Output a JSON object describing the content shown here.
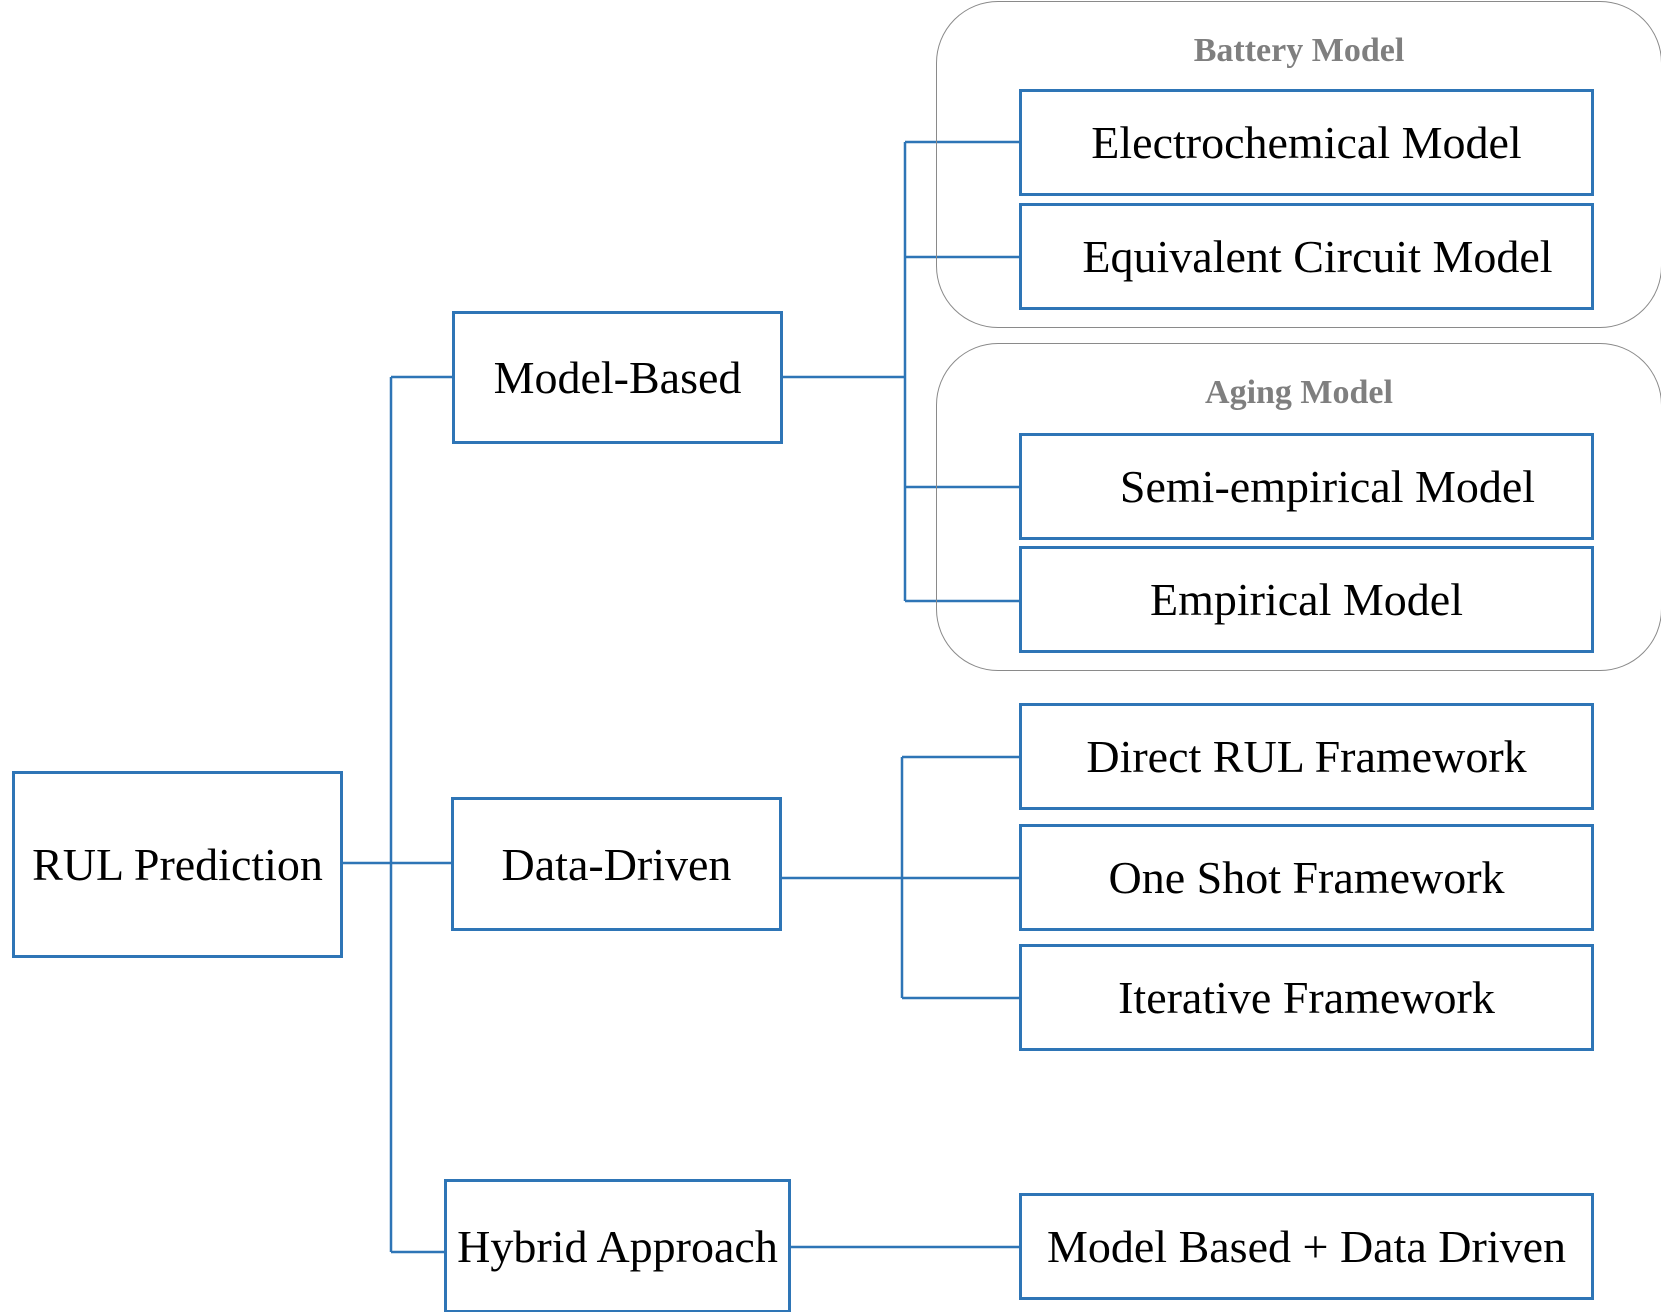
{
  "diagram": {
    "root": {
      "label": "RUL Prediction"
    },
    "branches": [
      {
        "label": "Model-Based"
      },
      {
        "label": "Data-Driven"
      },
      {
        "label": "Hybrid Approach"
      }
    ],
    "groups": [
      {
        "title": "Battery Model"
      },
      {
        "title": "Aging Model"
      }
    ],
    "leaves": {
      "electrochemical": "Electrochemical Model",
      "equivalent_circuit": "Equivalent Circuit Model",
      "semi_empirical": "Semi-empirical Model",
      "empirical": "Empirical Model",
      "direct_rul": "Direct RUL Framework",
      "one_shot": "One Shot Framework",
      "iterative": "Iterative Framework",
      "model_plus_data": "Model Based + Data Driven"
    },
    "colors": {
      "box_border": "#2e75b6",
      "connector": "#2e75b6",
      "group_border": "#8a8a8a",
      "group_title": "#7f7f7f"
    }
  }
}
